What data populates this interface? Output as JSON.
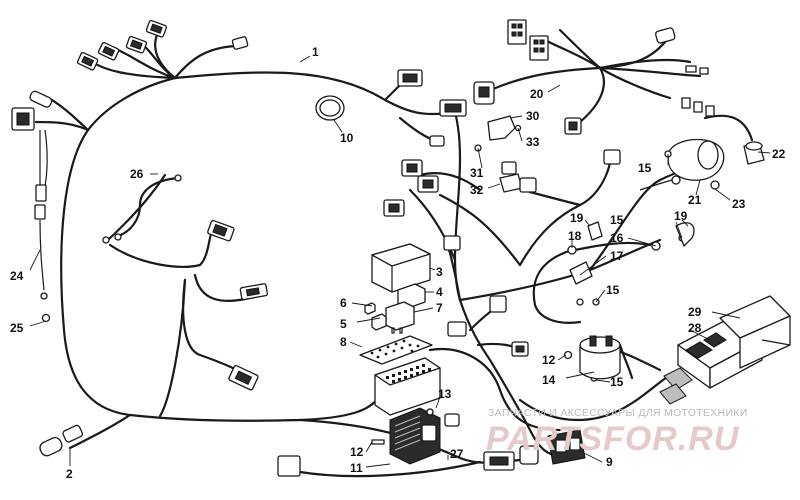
{
  "diagram": {
    "callouts": [
      "1",
      "2",
      "3",
      "4",
      "5",
      "6",
      "7",
      "8",
      "9",
      "10",
      "11",
      "12",
      "12",
      "13",
      "14",
      "15",
      "15",
      "15",
      "15",
      "16",
      "17",
      "18",
      "19",
      "19",
      "20",
      "21",
      "22",
      "23",
      "24",
      "25",
      "26",
      "27",
      "28",
      "29",
      "30",
      "31",
      "32",
      "33"
    ]
  },
  "watermark": {
    "caption": "ЗАПЧАСТИ И АКСЕССУАРЫ ДЛЯ МОТОТЕХНИКИ",
    "logo": "PARTSFOR.RU"
  }
}
